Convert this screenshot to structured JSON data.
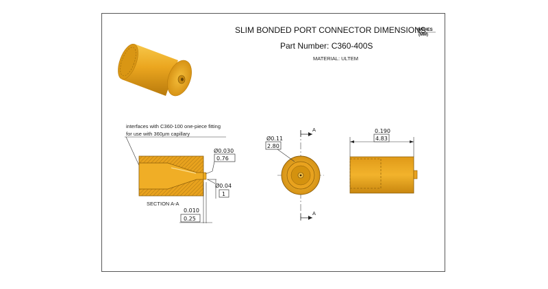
{
  "title": "SLIM BONDED PORT CONNECTOR DIMENSIONS",
  "units": {
    "primary": "INCHES",
    "secondary": "(MM)"
  },
  "part_number": "Part Number: C360-400S",
  "material": "MATERIAL: ULTEM",
  "note": {
    "line1": "interfaces with C360-100 one-piece fitting",
    "line2": "for use with 360µm capillary"
  },
  "section_label": "SECTION A-A",
  "dimensions": {
    "bore_in": "Ø0.030",
    "bore_mm": "0.76",
    "tip_in": "Ø0.04",
    "tip_mm": "1",
    "step_in": "0.010",
    "step_mm": "0.25",
    "outer_in": "Ø0.11",
    "outer_mm": "2.80",
    "length_in": "0.190",
    "length_mm": "4.83"
  },
  "section_marker": "A",
  "colors": {
    "body": "#E8A21E",
    "body_dark": "#B87A0C",
    "body_light": "#F7C84A",
    "hatch": "#9A6A10"
  }
}
